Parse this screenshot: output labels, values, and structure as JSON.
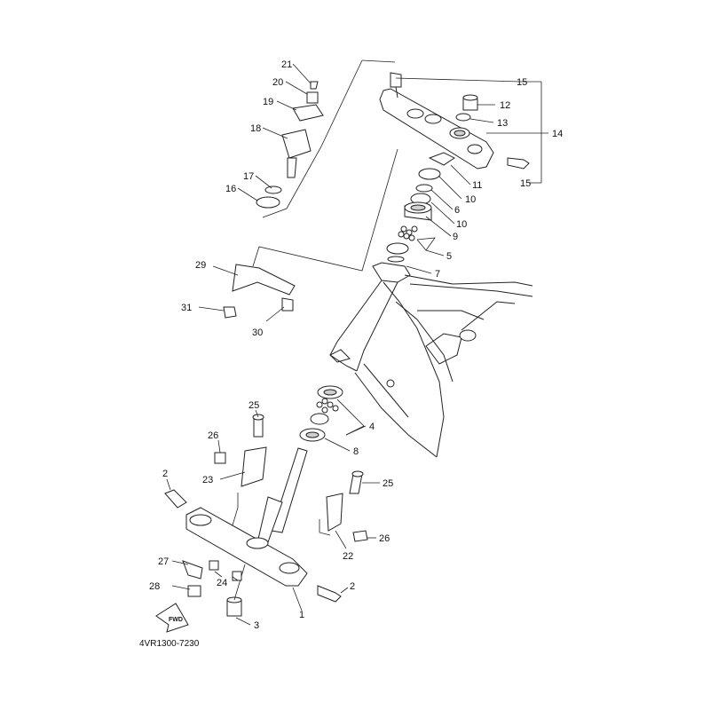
{
  "diagram": {
    "drawing_code": "4VR1300-7230",
    "fwd_label": "FWD",
    "callouts": [
      {
        "id": "c1",
        "label": "1"
      },
      {
        "id": "c2a",
        "label": "2"
      },
      {
        "id": "c2b",
        "label": "2"
      },
      {
        "id": "c3",
        "label": "3"
      },
      {
        "id": "c4a",
        "label": "4"
      },
      {
        "id": "c4b",
        "label": "4"
      },
      {
        "id": "c5",
        "label": "5"
      },
      {
        "id": "c6",
        "label": "6"
      },
      {
        "id": "c7",
        "label": "7"
      },
      {
        "id": "c8",
        "label": "8"
      },
      {
        "id": "c9",
        "label": "9"
      },
      {
        "id": "c10a",
        "label": "10"
      },
      {
        "id": "c10b",
        "label": "10"
      },
      {
        "id": "c11",
        "label": "11"
      },
      {
        "id": "c12",
        "label": "12"
      },
      {
        "id": "c13",
        "label": "13"
      },
      {
        "id": "c14",
        "label": "14"
      },
      {
        "id": "c15a",
        "label": "15"
      },
      {
        "id": "c15b",
        "label": "15"
      },
      {
        "id": "c16",
        "label": "16"
      },
      {
        "id": "c17",
        "label": "17"
      },
      {
        "id": "c18",
        "label": "18"
      },
      {
        "id": "c19",
        "label": "19"
      },
      {
        "id": "c20",
        "label": "20"
      },
      {
        "id": "c21",
        "label": "21"
      },
      {
        "id": "c22",
        "label": "22"
      },
      {
        "id": "c23",
        "label": "23"
      },
      {
        "id": "c24",
        "label": "24"
      },
      {
        "id": "c25a",
        "label": "25"
      },
      {
        "id": "c25b",
        "label": "25"
      },
      {
        "id": "c26a",
        "label": "26"
      },
      {
        "id": "c26b",
        "label": "26"
      },
      {
        "id": "c27",
        "label": "27"
      },
      {
        "id": "c28",
        "label": "28"
      },
      {
        "id": "c29",
        "label": "29"
      },
      {
        "id": "c30",
        "label": "30"
      },
      {
        "id": "c31",
        "label": "31"
      }
    ]
  }
}
